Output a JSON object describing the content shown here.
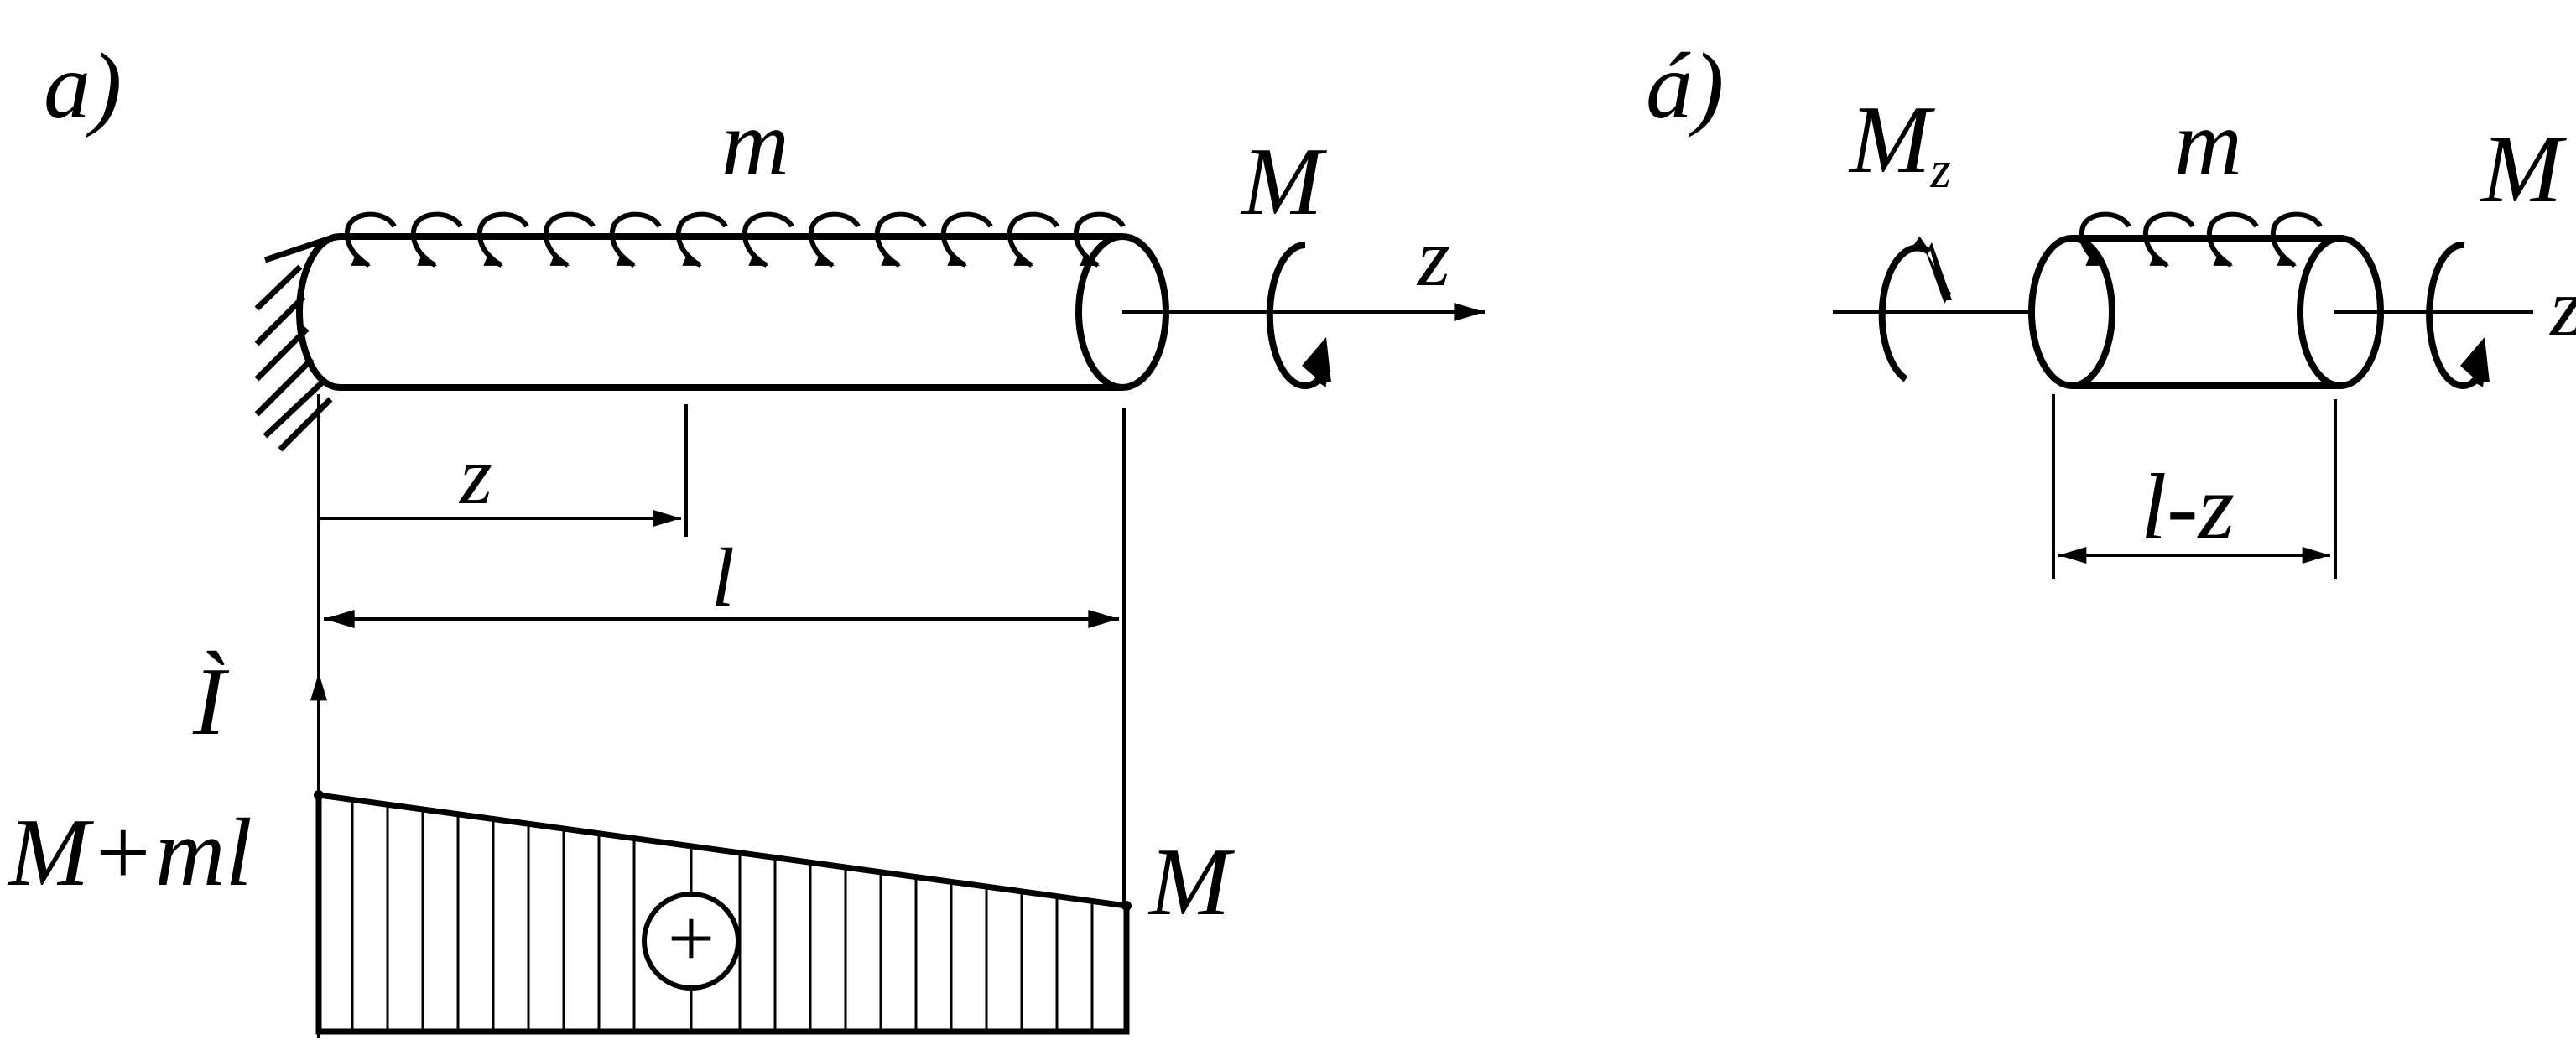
{
  "panel_a": {
    "tag": "a)",
    "load_label": "m",
    "moment_label": "M",
    "axis_label": "z",
    "dim_z_label": "z",
    "dim_l_label": "l",
    "reaction_label": "Ì",
    "diagram_left_value": "M+ml",
    "diagram_right_value": "M",
    "sign_symbol": "+"
  },
  "panel_b": {
    "tag": "á)",
    "section_moment_main": "M",
    "section_moment_sub": "z",
    "load_label": "m",
    "moment_label": "M",
    "axis_label": "z",
    "dim_label": "l-z"
  }
}
